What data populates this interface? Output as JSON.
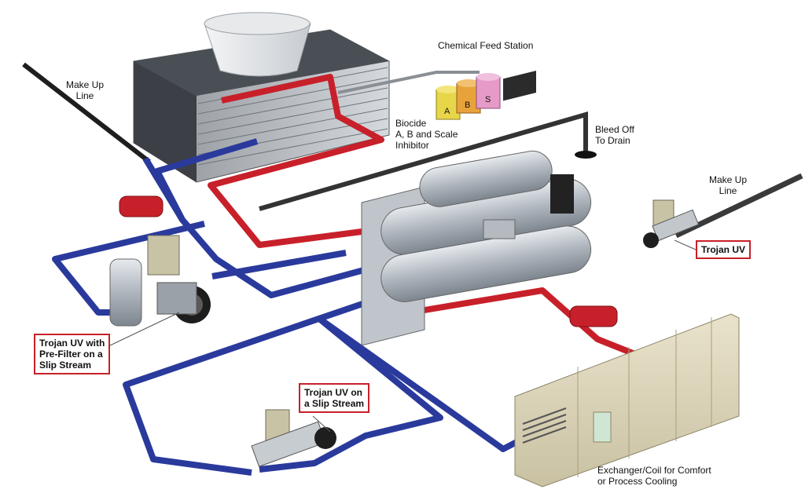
{
  "labels": {
    "chemical_feed": "Chemical Feed Station",
    "makeup_left": "Make Up\nLine",
    "biocide": "Biocide\nA, B and Scale\nInhibitor",
    "bleed_off": "Bleed Off\nTo Drain",
    "makeup_right": "Make Up\nLine",
    "exchanger": "Exchanger/Coil for Comfort\nor Process Cooling"
  },
  "callouts": {
    "trojan_uv": "Trojan UV",
    "trojan_uv_prefilter": "Trojan UV with\nPre-Filter on a\nSlip Stream",
    "trojan_uv_slipstream": "Trojan UV on\na Slip Stream"
  },
  "tanks": {
    "a": "A",
    "b": "B",
    "s": "S"
  },
  "colors": {
    "supply_pipe": "#c8202a",
    "return_pipe": "#2a3a9c",
    "makeup_pipe": "#3a3a3a",
    "callout_border": "#c8202a"
  }
}
